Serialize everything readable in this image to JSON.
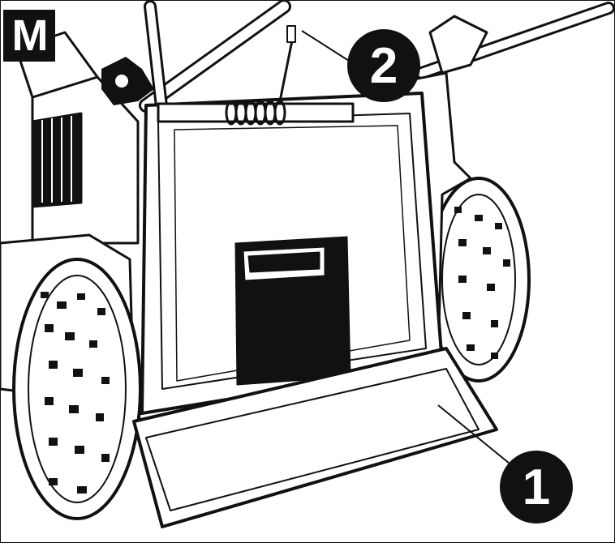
{
  "figure": {
    "label": "M",
    "callouts": [
      {
        "number": "1",
        "points_to": "grass-deflector-flap"
      },
      {
        "number": "2",
        "points_to": "rear-flap-spring"
      }
    ]
  },
  "colors": {
    "ink": "#111111",
    "paper": "#ffffff"
  }
}
